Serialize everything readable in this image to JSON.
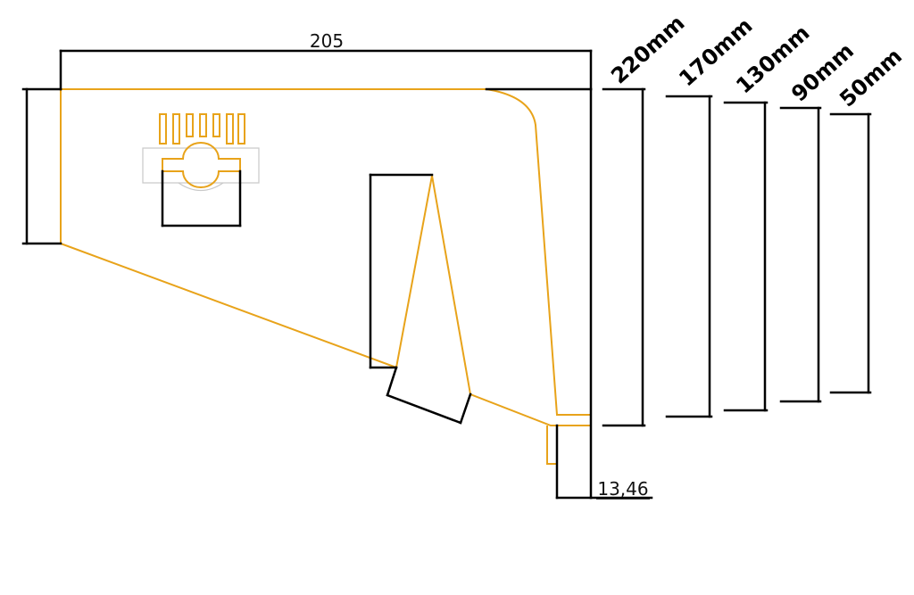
{
  "drawing": {
    "width_dimension": "205",
    "offset_dimension": "13,46",
    "height_labels": [
      "220mm",
      "170mm",
      "130mm",
      "90mm",
      "50mm"
    ]
  },
  "colors": {
    "outline": "#e8a31a",
    "dimension_lines": "#000000",
    "background": "#ffffff",
    "ghost_clamp": "#c8c8c8"
  }
}
